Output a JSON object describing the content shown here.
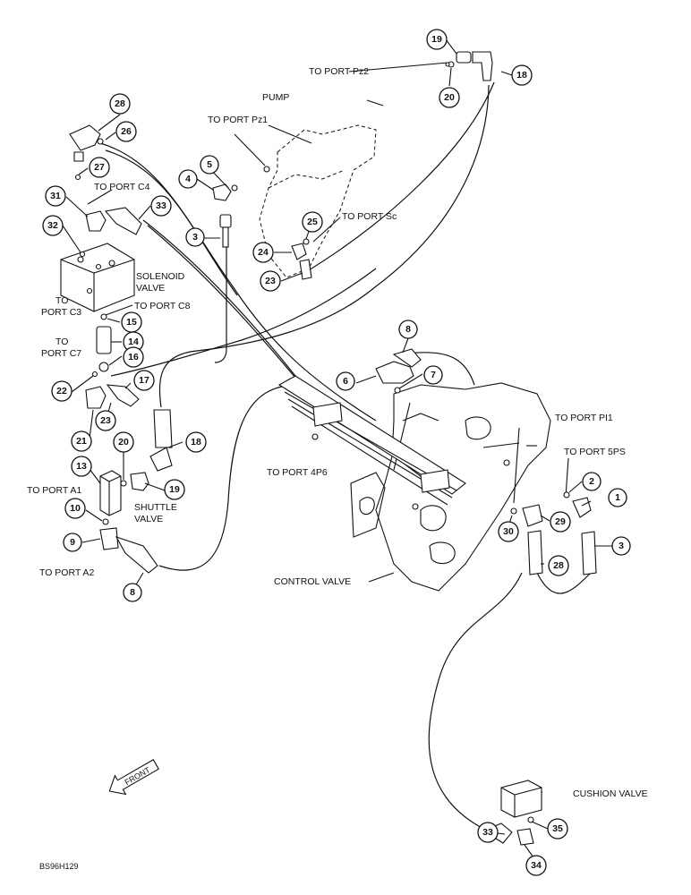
{
  "labels": {
    "port_pz2": "TO PORT Pz2",
    "pump": "PUMP",
    "port_pz1": "TO PORT Pz1",
    "port_c4": "TO PORT C4",
    "port_sc": "TO PORT Sc",
    "solenoid_1": "SOLENOID",
    "solenoid_2": "VALVE",
    "port_c3_1": "TO",
    "port_c3_2": "PORT C3",
    "port_c8": "TO PORT C8",
    "port_c7_1": "TO",
    "port_c7_2": "PORT C7",
    "port_pi1": "TO PORT PI1",
    "port_5ps": "TO PORT 5PS",
    "port_4p6": "TO PORT 4P6",
    "port_a1": "TO PORT A1",
    "shuttle_1": "SHUTTLE",
    "shuttle_2": "VALVE",
    "port_a2": "TO PORT A2",
    "control_valve": "CONTROL VALVE",
    "cushion_valve": "CUSHION VALVE",
    "front": "FRONT",
    "figure_code": "BS96H129"
  },
  "callouts": [
    "19",
    "18",
    "20",
    "28",
    "26",
    "5",
    "4",
    "27",
    "31",
    "33",
    "32",
    "3",
    "25",
    "24",
    "23",
    "15",
    "14",
    "16",
    "22",
    "17",
    "23",
    "21",
    "20",
    "18",
    "13",
    "19",
    "10",
    "9",
    "8",
    "8",
    "6",
    "7",
    "2",
    "1",
    "29",
    "30",
    "3",
    "28",
    "33",
    "35",
    "34"
  ]
}
